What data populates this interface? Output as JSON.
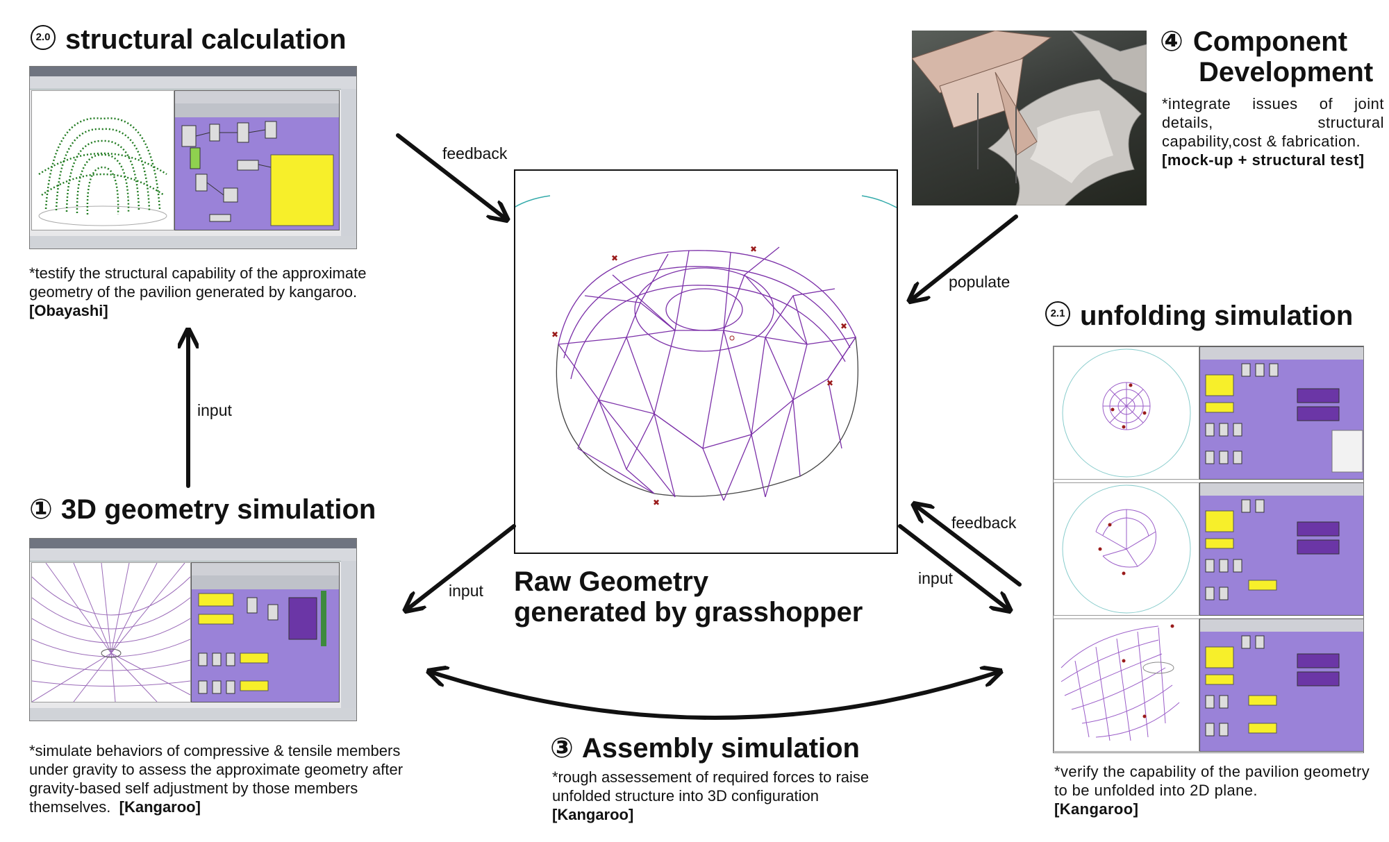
{
  "sections": {
    "structural": {
      "badge": "2.0",
      "title": "structural calculation",
      "desc": "*testify the structural capability of the approximate geometry of the pavilion generated by kangaroo.",
      "tag": "[Obayashi]"
    },
    "geometry": {
      "badge": "①",
      "title": "3D geometry simulation",
      "desc": "*simulate behaviors of compressive & tensile members under gravity to assess the approximate geometry after gravity-based self adjustment by those members themselves.",
      "tag": "[Kangaroo]"
    },
    "component": {
      "badge": "④",
      "title_line1": "Component",
      "title_line2": "Development",
      "desc": "*integrate issues of joint details, structural capability,cost & fabrication.",
      "tag": "[mock-up + structural test]"
    },
    "unfolding": {
      "badge": "2.1",
      "title": "unfolding simulation",
      "desc": "*verify the capability of the pavilion geometry to be unfolded into 2D plane.",
      "tag": "[Kangaroo]"
    },
    "assembly": {
      "badge": "③",
      "title": "Assembly simulation",
      "desc": "*rough assessement of required forces to raise unfolded structure into 3D configuration",
      "tag": "[Kangaroo]"
    },
    "center": {
      "title_line1": "Raw Geometry",
      "title_line2": "generated by grasshopper"
    }
  },
  "arrow_labels": {
    "feedback_top": "feedback",
    "populate": "populate",
    "input_left": "input",
    "input_bottom_left": "input",
    "feedback_right": "feedback",
    "input_right": "input"
  },
  "colors": {
    "accent_purple": "#7b2fa8",
    "grasshopper_canvas": "#9a82d8",
    "structure_green": "#1f7a1f",
    "marker_red": "#9a1b1b"
  }
}
